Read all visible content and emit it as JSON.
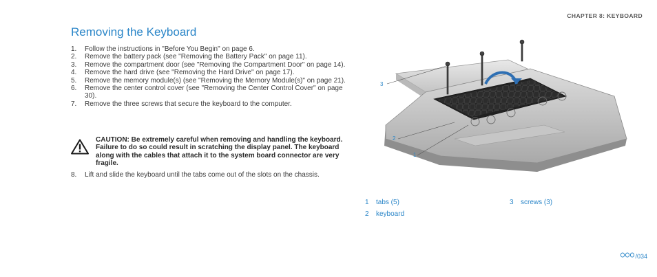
{
  "header": {
    "chapter": "CHAPTER 8: KEYBOARD"
  },
  "title": "Removing the Keyboard",
  "steps": [
    {
      "num": "1.",
      "text": "Follow the instructions in \"Before You Begin\" on page 6."
    },
    {
      "num": "2.",
      "text": "Remove the battery pack (see \"Removing the Battery Pack\" on page 11)."
    },
    {
      "num": "3.",
      "text": "Remove the compartment door (see \"Removing the Compartment Door\" on page 14)."
    },
    {
      "num": "4.",
      "text": "Remove the hard drive (see \"Removing the Hard Drive\" on page 17)."
    },
    {
      "num": "5.",
      "text": "Remove the memory module(s) (see \"Removing the Memory Module(s)\" on page 21)."
    },
    {
      "num": "6.",
      "text": "Remove the center control cover (see \"Removing the Center Control Cover\" on page 30)."
    },
    {
      "num": "7.",
      "text": "Remove the three screws that secure the keyboard to the computer."
    }
  ],
  "caution": {
    "icon": "warning-triangle-icon",
    "text": "CAUTION: Be extremely careful when removing and handling the keyboard. Failure to do so could result in scratching the display panel. The keyboard along with the cables that attach it to the system board connector are very fragile."
  },
  "step8": {
    "num": "8.",
    "text": "Lift and slide the keyboard until the tabs come out of the slots on the chassis."
  },
  "figure": {
    "callouts": [
      "3",
      "2",
      "1"
    ],
    "legend": [
      {
        "num": "1",
        "label": "tabs (5)"
      },
      {
        "num": "3",
        "label": "screws (3)"
      },
      {
        "num": "2",
        "label": "keyboard"
      }
    ]
  },
  "footer": {
    "page": "/034"
  },
  "colors": {
    "accent": "#2b86c8",
    "text": "#3a3a3a"
  }
}
